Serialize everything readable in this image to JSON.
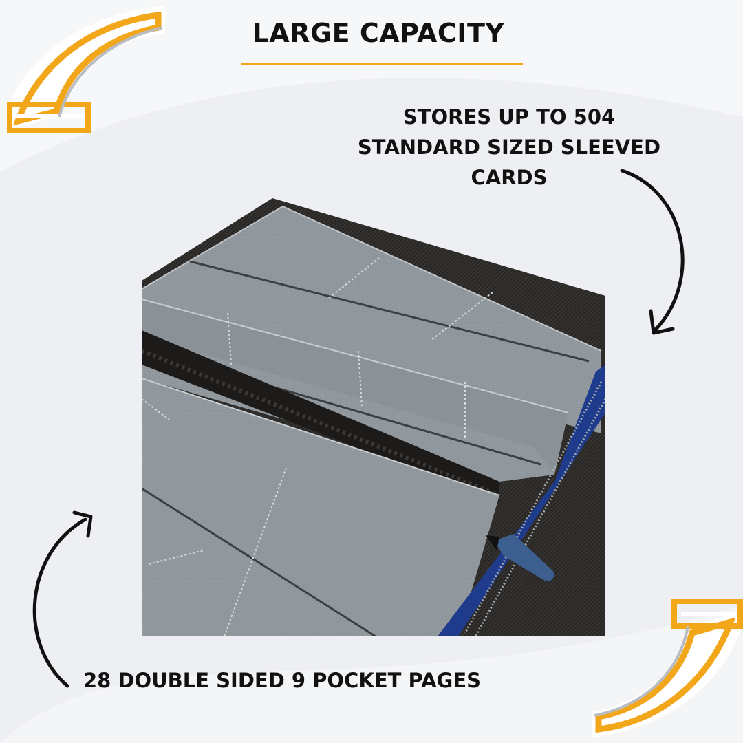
{
  "header": {
    "title": "LARGE CAPACITY"
  },
  "callouts": {
    "capacity_text": "STORES UP TO 504 STANDARD SIZED SLEEVED CARDS",
    "capacity_lines": [
      "STORES UP TO 504",
      "STANDARD SIZED SLEEVED",
      "CARDS"
    ],
    "pages_text": "28 DOUBLE SIDED 9 POCKET PAGES"
  },
  "colors": {
    "accent": "#f2a61a",
    "background": "#eeeff2",
    "binder_fabric": "#2a2826",
    "pocket_page": "#8e969c",
    "zipper_lining": "#1f3b8c",
    "zipper_pull": "#3d5f8f"
  },
  "icons": {
    "top_arrow": "curved-arrow-down-icon",
    "bottom_arrow": "curved-arrow-up-icon",
    "corner_top": "corner-ribbon-decoration",
    "corner_bottom": "corner-ribbon-decoration"
  }
}
